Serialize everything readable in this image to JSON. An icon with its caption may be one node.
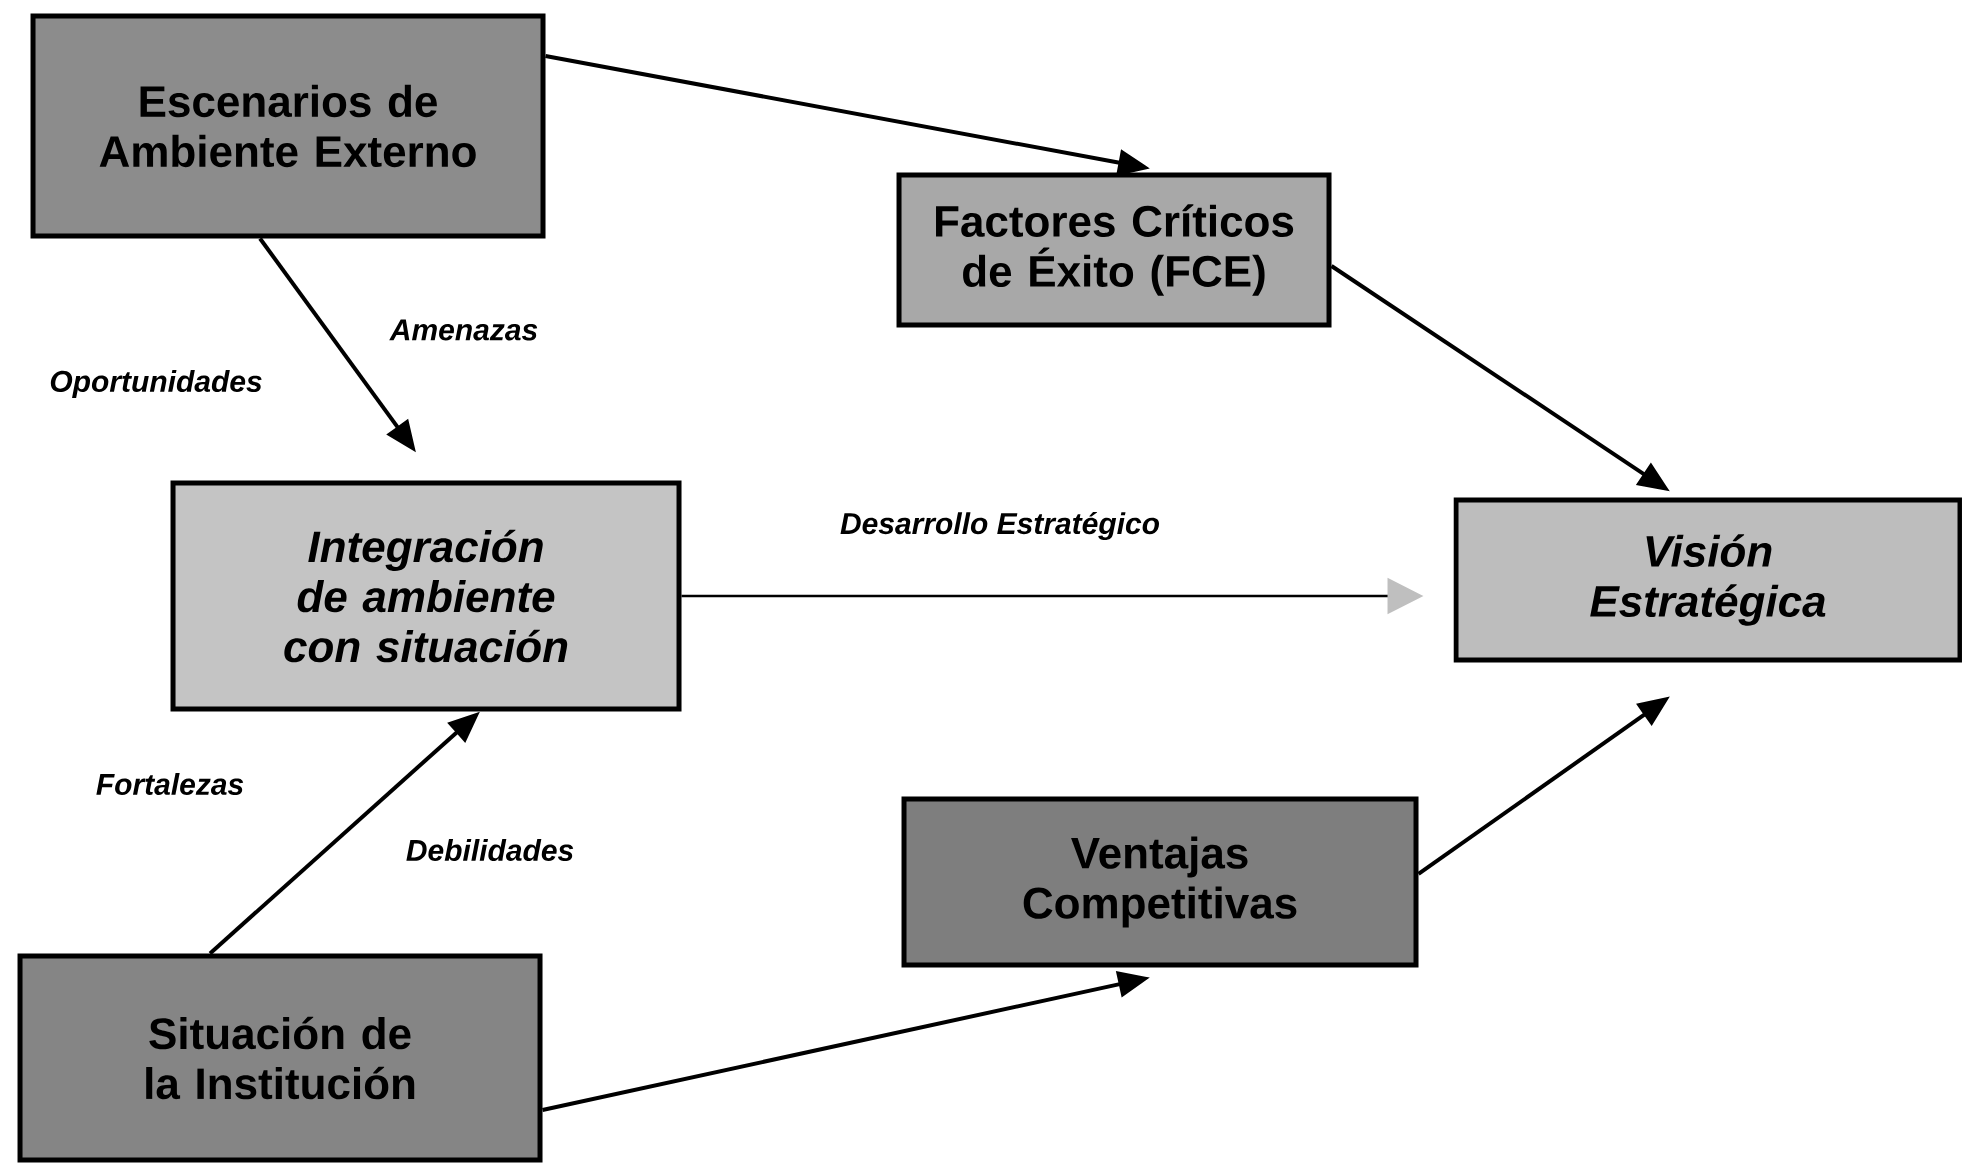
{
  "diagram": {
    "nodes": [
      {
        "text": [
          "Escenarios de Ambiente Externo"
        ]
      },
      {
        "text": [
          "Factores Críticos de Éxito (FCE)"
        ]
      },
      {
        "text": [
          "Integración de ambiente con situación"
        ]
      },
      {
        "text": [
          "Visión Estratégica"
        ]
      },
      {
        "text": [
          "Ventajas Competitivas"
        ]
      },
      {
        "text": [
          "Situación de la Institución"
        ]
      }
    ],
    "edges": [
      {
        "from": 0,
        "to": 1,
        "arrow": "to"
      },
      {
        "from": 0,
        "to": 2,
        "arrow": "to"
      },
      {
        "from": 1,
        "to": 3,
        "arrow": "to"
      },
      {
        "from": 2,
        "to": 3,
        "arrow": "to",
        "label": "Desarrollo Estratégico"
      },
      {
        "from": 5,
        "to": 2,
        "arrow": "to"
      },
      {
        "from": 5,
        "to": 4,
        "arrow": "to"
      },
      {
        "from": 4,
        "to": 3,
        "arrow": "to"
      }
    ],
    "labels": [
      "Amenazas",
      "Oportunidades",
      "Fortalezas",
      "Debilidades"
    ]
  }
}
